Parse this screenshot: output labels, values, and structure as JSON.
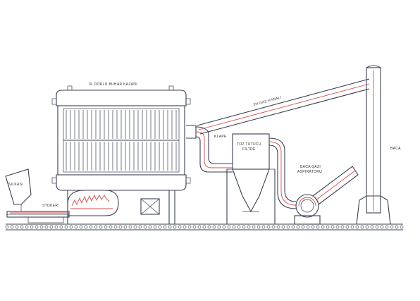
{
  "labels": {
    "boiler_title": "3L DORLU BUHAR KAZANI",
    "hopper": "SILKASI",
    "stoker": "STOKER",
    "flue_channel": "3H GAZ KANALI",
    "valve": "KLAPE",
    "filter_line1": "TOZ TUTUCU",
    "filter_line2": "FILTRE",
    "fan_line1": "BACA GAZI",
    "fan_line2": "ASPIRATORU",
    "chimney": "BACA"
  },
  "colors": {
    "line": "#3a3f52",
    "flue_gas": "#d84a4a",
    "background": "#ffffff"
  }
}
